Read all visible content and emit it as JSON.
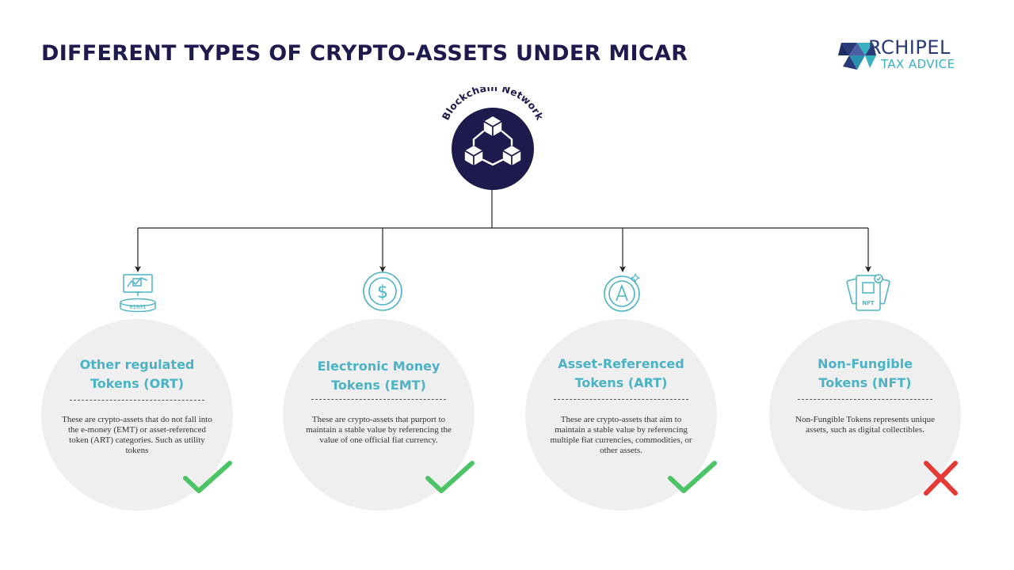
{
  "slide": {
    "title": "DIFFERENT TYPES OF CRYPTO-ASSETS UNDER MICAR"
  },
  "logo": {
    "name": "ARCHIPEL",
    "name_rest": "RCHIPEL",
    "subtitle": "TAX ADVICE",
    "colors": {
      "navy": "#283a78",
      "teal": "#36b1bf"
    }
  },
  "hub": {
    "label": "Blockchain Network",
    "icon": "blockchain-cubes-icon",
    "color": "#1e1a4d"
  },
  "categories": [
    {
      "id": "ort",
      "title_line1": "Other regulated",
      "title_line2": "Tokens (ORT)",
      "description": "These are crypto-assets that do not fall into the e-money (EMT) or asset-referenced token (ART) categories. Such as utility tokens",
      "icon": "coin-stack-icon",
      "status": "included"
    },
    {
      "id": "emt",
      "title_line1": "Electronic Money",
      "title_line2": "Tokens (EMT)",
      "description": "These are crypto-assets that purport to maintain a stable value by referencing the value of one official fiat currency.",
      "icon": "dollar-coin-icon",
      "status": "included"
    },
    {
      "id": "art",
      "title_line1": "Asset-Referenced",
      "title_line2": "Tokens (ART)",
      "description": "These are crypto-assets that aim to maintain a stable value by referencing multiple fiat currencies, commodities, or other assets.",
      "icon": "asset-coin-icon",
      "status": "included"
    },
    {
      "id": "nft",
      "title_line1": "Non-Fungible",
      "title_line2": "Tokens (NFT)",
      "description": "Non-Fungible Tokens represents unique assets, such as digital collectibles.",
      "icon": "nft-card-icon",
      "icon_label": "NFT",
      "status": "excluded"
    }
  ],
  "colors": {
    "title": "#1e1a4d",
    "accent": "#4bb3c4",
    "card_bg": "#efefef",
    "check": "#4cc466",
    "cross": "#e53935",
    "connector": "#222222"
  }
}
